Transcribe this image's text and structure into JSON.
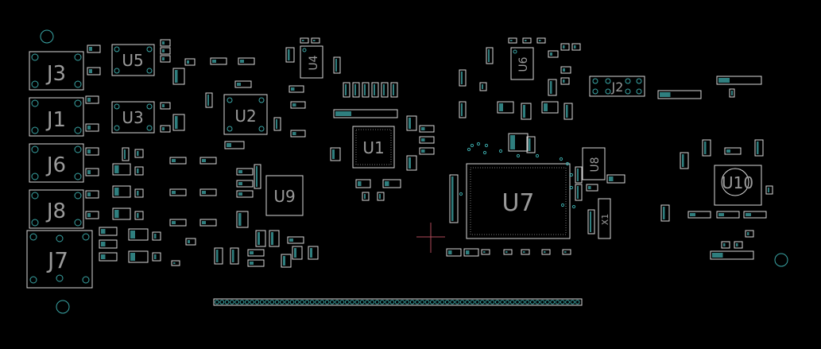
{
  "colors": {
    "background": "#000000",
    "silkscreen": "#d8d8d8",
    "label": "#9a9a9a",
    "pad": "#3aa6a6",
    "origin": "#b04a5a"
  },
  "connectors": [
    {
      "id": "J3",
      "label": "J3"
    },
    {
      "id": "J1",
      "label": "J1"
    },
    {
      "id": "J6",
      "label": "J6"
    },
    {
      "id": "J8",
      "label": "J8"
    },
    {
      "id": "J7",
      "label": "J7"
    },
    {
      "id": "J2",
      "label": "J2"
    }
  ],
  "chips": [
    {
      "id": "U5",
      "label": "U5"
    },
    {
      "id": "U3",
      "label": "U3"
    },
    {
      "id": "U2",
      "label": "U2"
    },
    {
      "id": "U4",
      "label": "U4"
    },
    {
      "id": "U1",
      "label": "U1"
    },
    {
      "id": "U9",
      "label": "U9"
    },
    {
      "id": "U6",
      "label": "U6"
    },
    {
      "id": "U7",
      "label": "U7"
    },
    {
      "id": "U8",
      "label": "U8"
    },
    {
      "id": "U10",
      "label": "U10"
    },
    {
      "id": "X1",
      "label": "X1"
    }
  ]
}
